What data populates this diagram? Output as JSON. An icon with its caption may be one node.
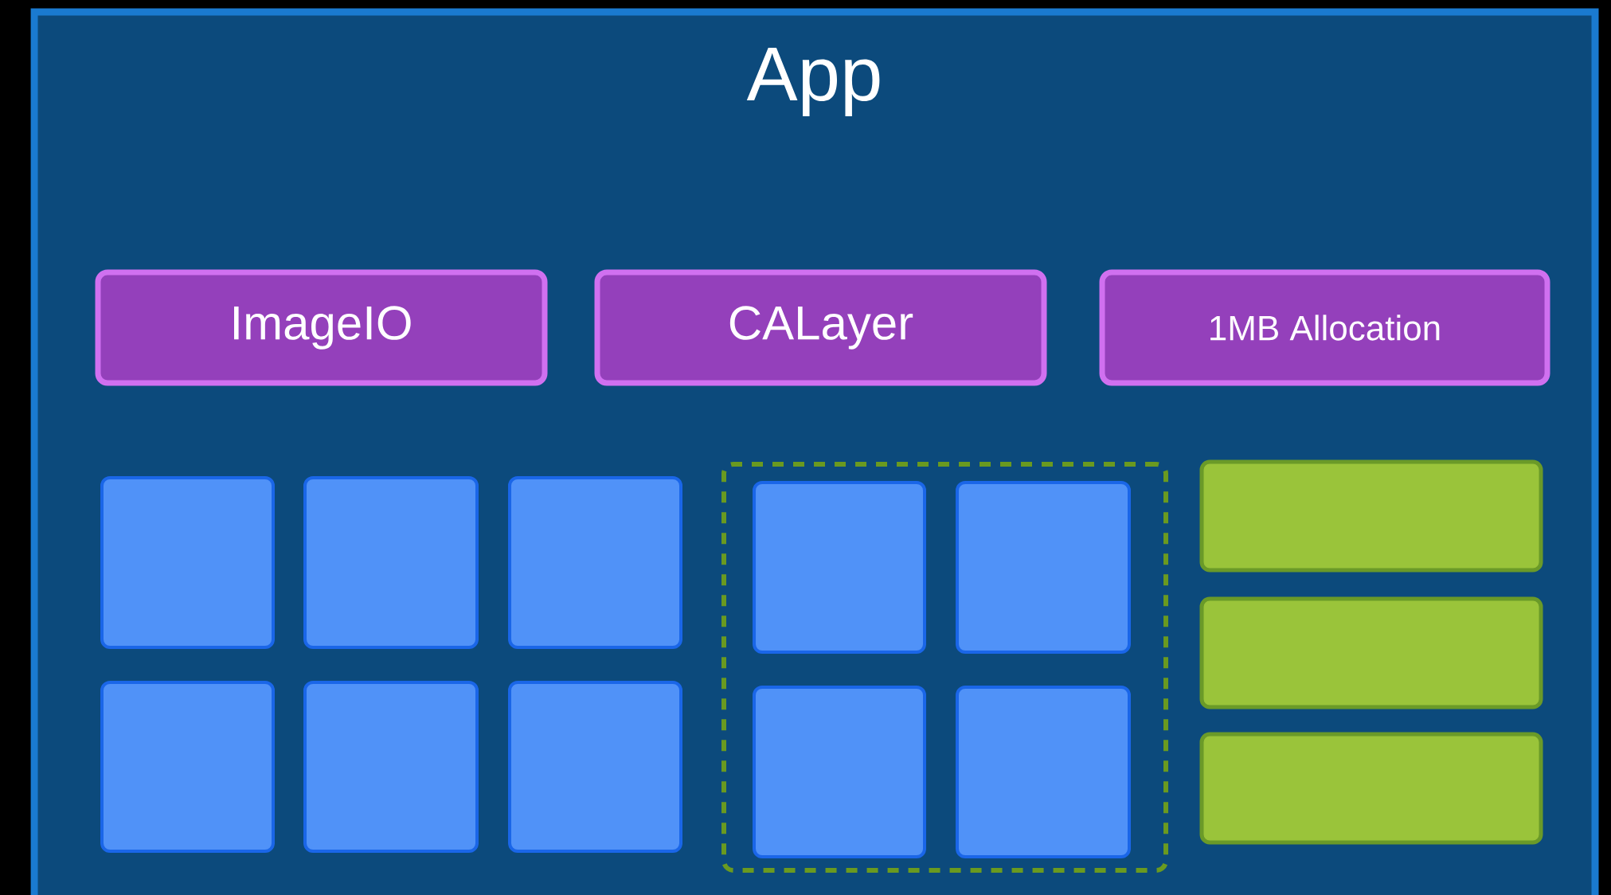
{
  "diagram": {
    "nodes": [
      {
        "text": [
          "App"
        ]
      },
      {
        "text": [
          "ImageIO"
        ],
        "in": 0
      },
      {
        "text": [
          "CALayer"
        ],
        "in": 0
      },
      {
        "text": [
          "1MB Allocation"
        ],
        "in": 0
      },
      {
        "text": [],
        "shape": "box",
        "in": 0
      },
      {
        "text": [],
        "shape": "box",
        "in": 0
      },
      {
        "text": [],
        "shape": "box",
        "in": 0
      },
      {
        "text": [],
        "shape": "box",
        "in": 0
      },
      {
        "text": [],
        "shape": "box",
        "in": 0
      },
      {
        "text": [],
        "shape": "box",
        "in": 0
      },
      {
        "text": [],
        "shape": "box",
        "in": 0
      },
      {
        "text": [],
        "shape": "box",
        "in": 10
      },
      {
        "text": [],
        "shape": "box",
        "in": 10
      },
      {
        "text": [],
        "shape": "box",
        "in": 10
      },
      {
        "text": [],
        "shape": "box",
        "in": 10
      },
      {
        "text": [],
        "shape": "bar",
        "in": 0
      },
      {
        "text": [],
        "shape": "bar",
        "in": 0
      },
      {
        "text": [],
        "shape": "bar",
        "in": 0
      }
    ]
  }
}
